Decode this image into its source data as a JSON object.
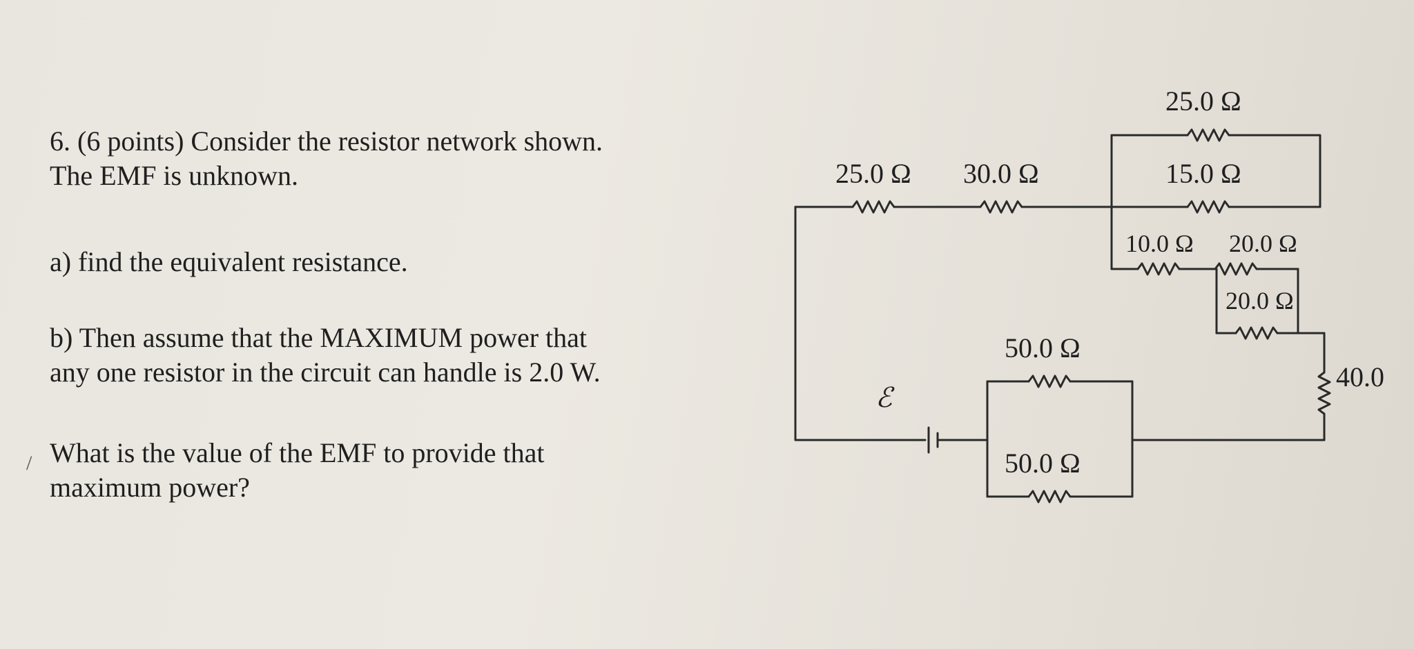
{
  "problem": {
    "header_line1": "6. (6 points) Consider the resistor network shown.",
    "header_line2": "The EMF is unknown.",
    "part_a": "a) find the equivalent resistance.",
    "part_b_line1": "b) Then assume that the MAXIMUM power that",
    "part_b_line2": "any one resistor in the circuit can handle is 2.0 W.",
    "question_line1": "What is the value of the EMF to provide that",
    "question_line2": "maximum power?",
    "tick_mark": "/"
  },
  "circuit": {
    "emf_symbol": "ℰ",
    "resistors": {
      "top_left_1": "25.0 Ω",
      "top_left_2": "30.0 Ω",
      "top_branch": "25.0 Ω",
      "middle_branch": "15.0 Ω",
      "lower_left": "10.0 Ω",
      "lower_right": "20.0 Ω",
      "lower_parallel": "20.0 Ω",
      "right_vertical": "40.0",
      "bottom_upper": "50.0 Ω",
      "bottom_lower": "50.0 Ω"
    }
  }
}
